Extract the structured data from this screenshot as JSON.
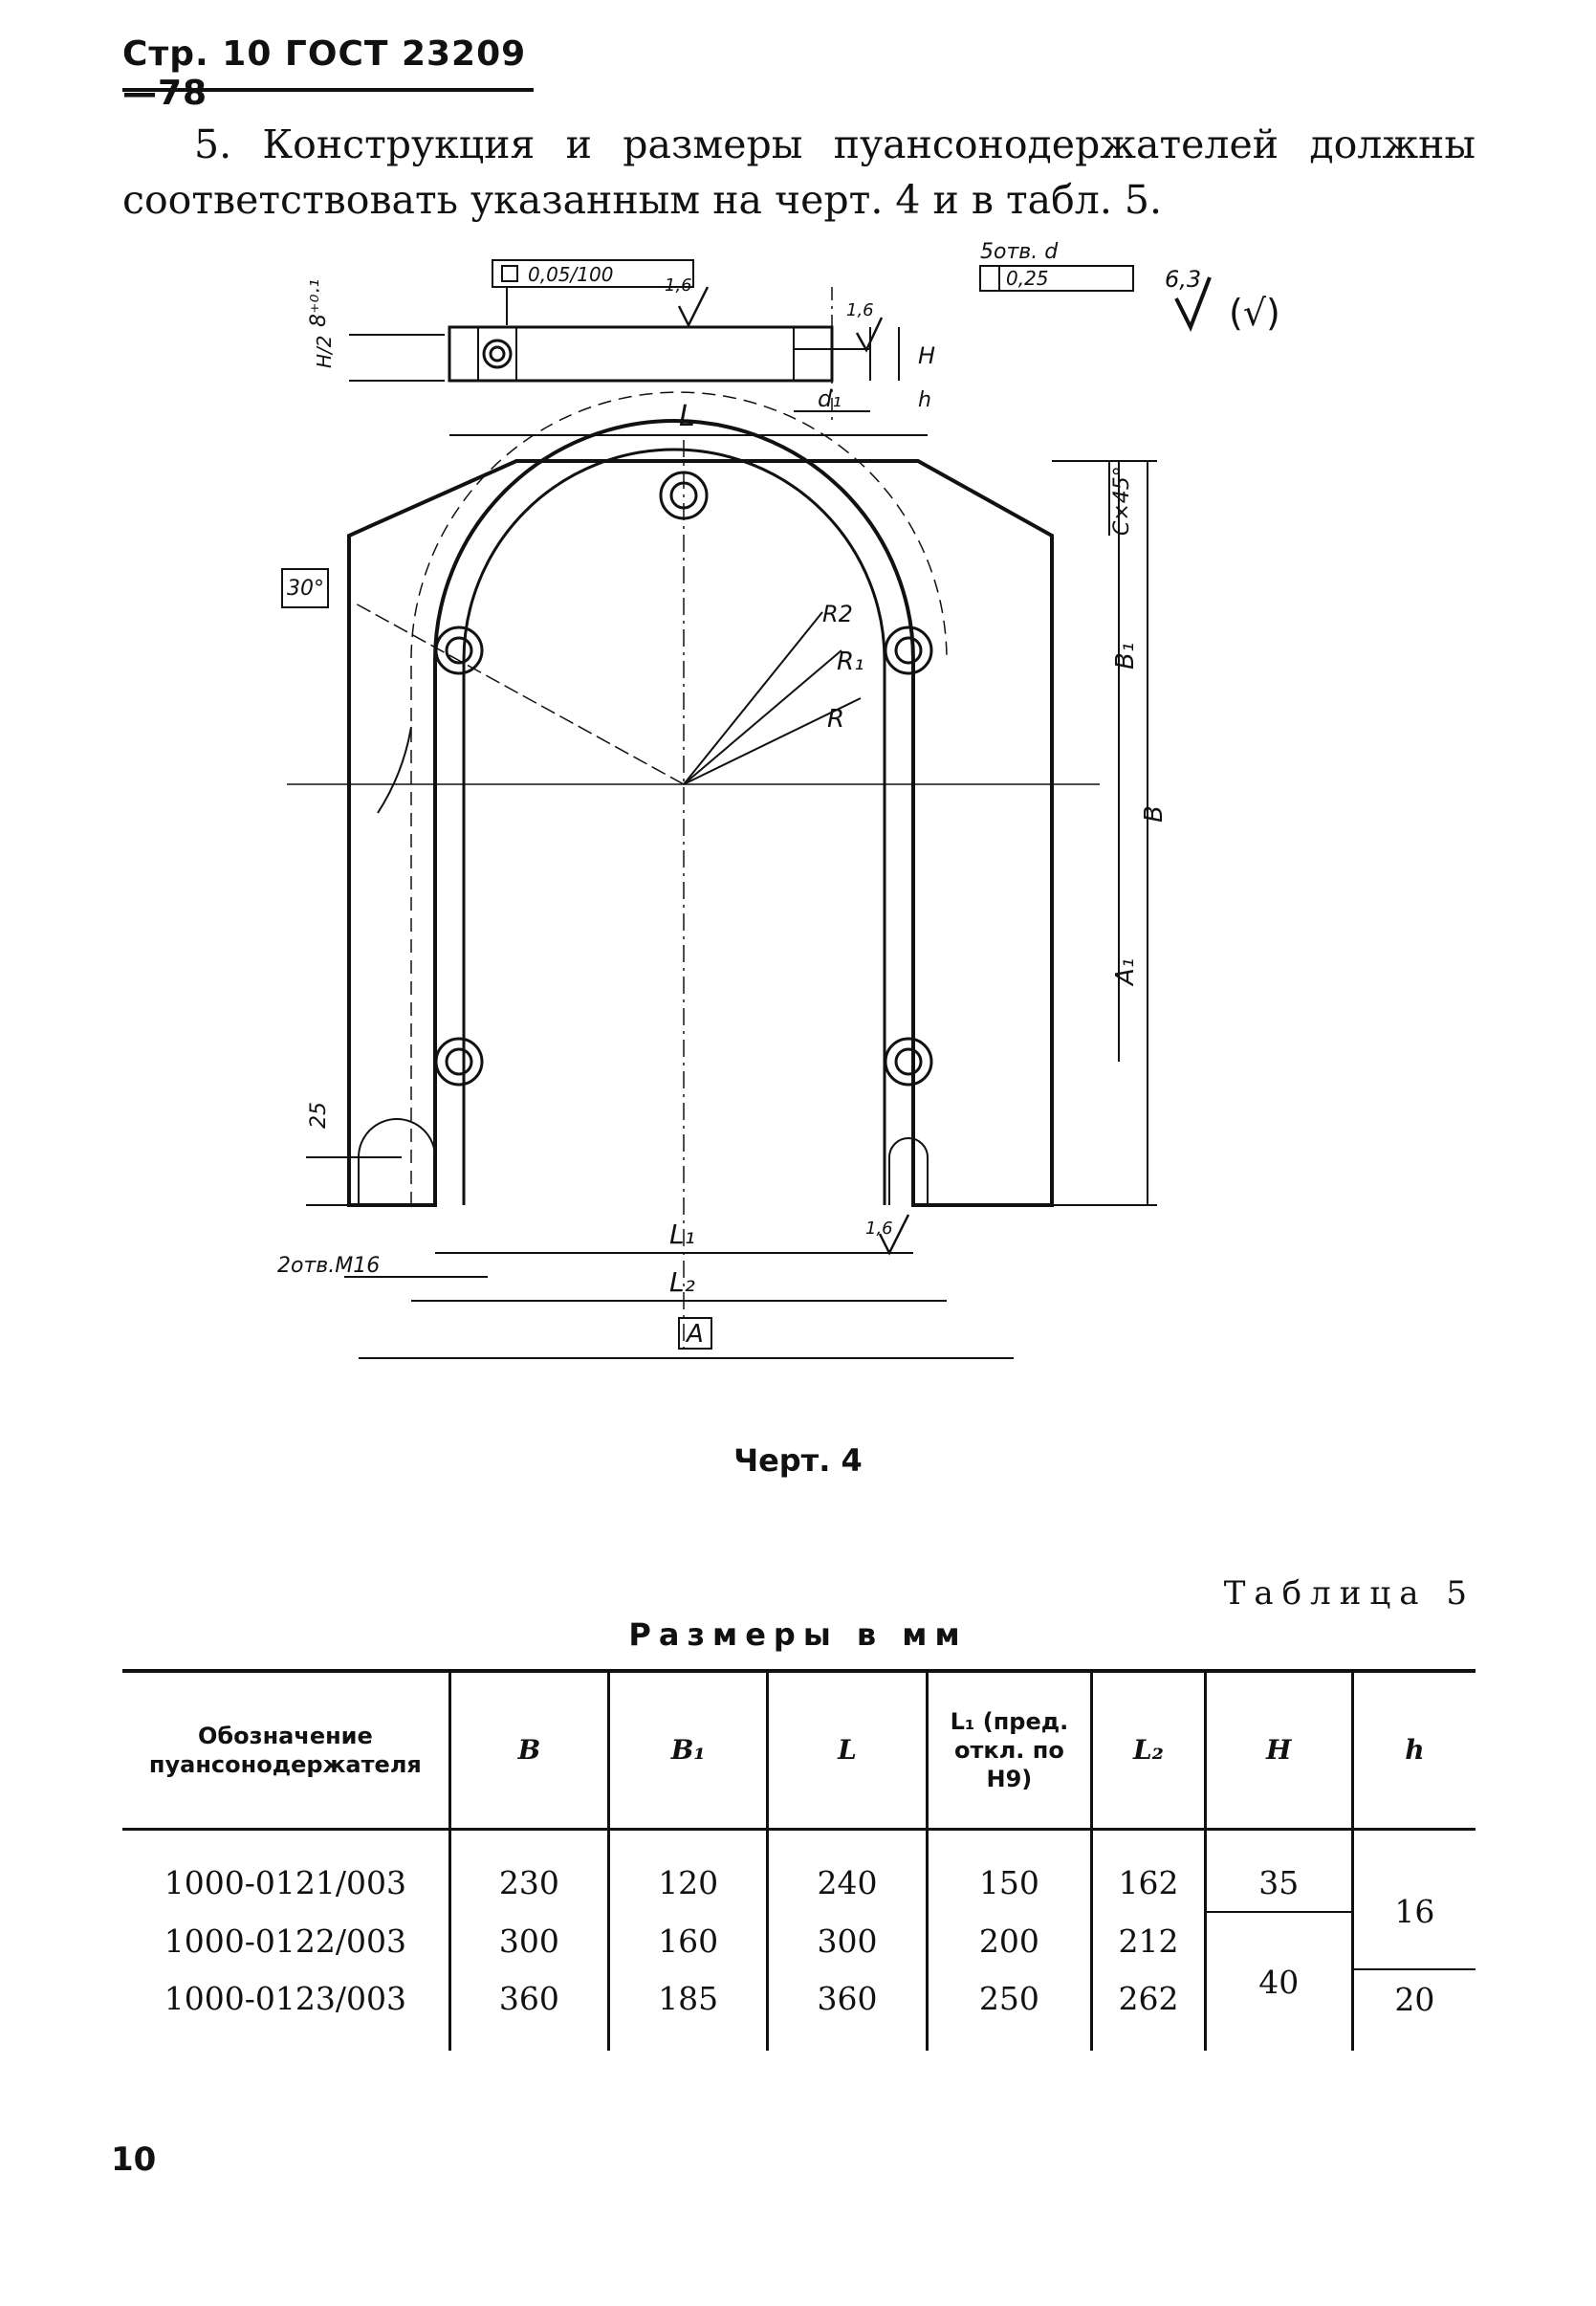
{
  "header": {
    "text": "Стр. 10 ГОСТ 23209—78"
  },
  "paragraph": "5. Конструкция и размеры пуансонодержателей должны соответствовать указанным на черт. 4 и в табл. 5.",
  "drawing": {
    "roughness_general": "6,3",
    "roughness_other": "(√)",
    "holes_label": "5отв. d",
    "position_tolerance": "0,25",
    "flatness_tolerance": "0,05/100",
    "roughness_fine": "1,6",
    "dim_b": "8⁺⁰·¹",
    "dim_h_half": "H/2",
    "dim_H": "H",
    "dim_h": "h",
    "dim_d1": "d₁",
    "dim_L": "L",
    "dim_chamfer": "C×45°",
    "dim_B1": "B₁",
    "dim_B": "B",
    "dim_A1": "A₁",
    "dim_R2": "R2",
    "dim_R1": "R₁",
    "dim_R": "R",
    "dim_angle": "30°",
    "dim_25": "25",
    "thread_label": "2отв.М16",
    "dim_L1": "L₁",
    "dim_L2": "L₂",
    "dim_A": "A"
  },
  "caption": "Черт. 4",
  "table": {
    "title": "Таблица 5",
    "subtitle": "Размеры в мм",
    "headers": {
      "designation": "Обозначение пуансонодержателя",
      "B": "B",
      "B1": "B₁",
      "L": "L",
      "L1": "L₁ (пред. откл. по H9)",
      "L2": "L₂",
      "H": "H",
      "h": "h"
    },
    "rows": [
      {
        "designation": "1000-0121/003",
        "B": "230",
        "B1": "120",
        "L": "240",
        "L1": "150",
        "L2": "162"
      },
      {
        "designation": "1000-0122/003",
        "B": "300",
        "B1": "160",
        "L": "300",
        "L1": "200",
        "L2": "212"
      },
      {
        "designation": "1000-0123/003",
        "B": "360",
        "B1": "185",
        "L": "360",
        "L1": "250",
        "L2": "262"
      }
    ],
    "H_values": [
      "35",
      "40"
    ],
    "h_values": [
      "16",
      "20"
    ]
  },
  "page_number": "10"
}
